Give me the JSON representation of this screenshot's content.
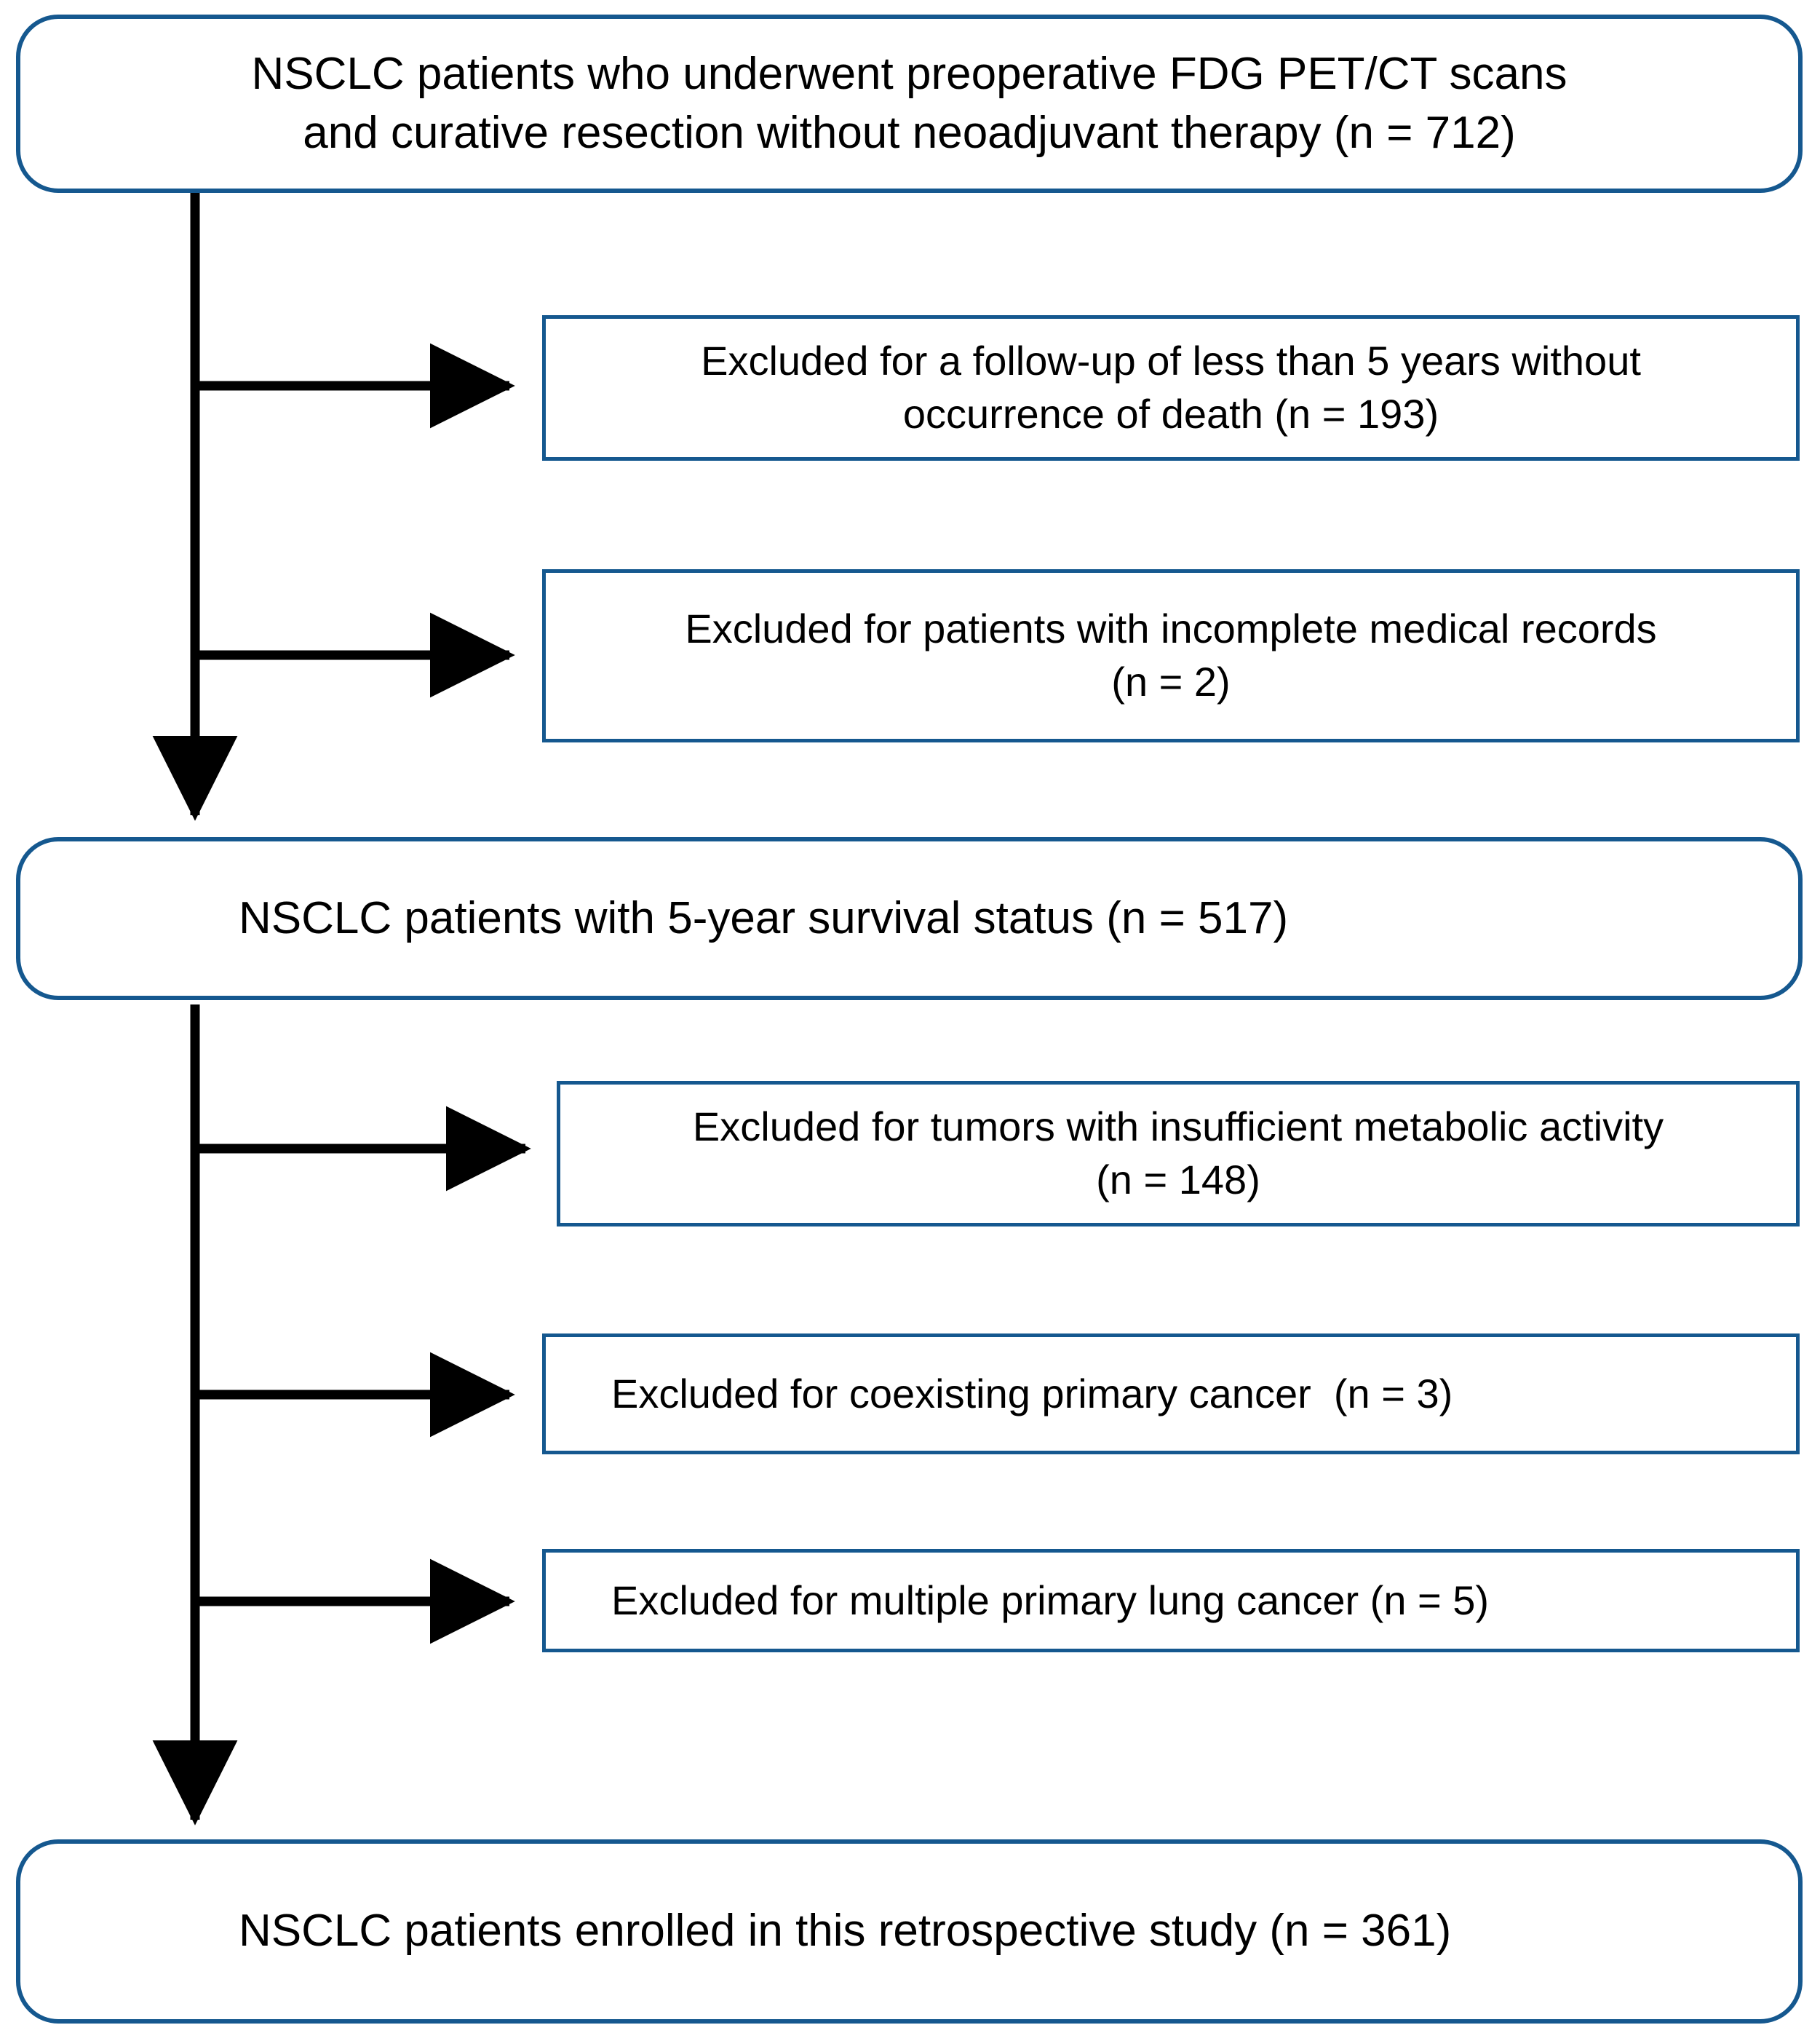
{
  "diagram": {
    "type": "study-flow-diagram",
    "accent_color": "#15588f",
    "line_color": "#000000",
    "background": "#ffffff",
    "nodes": [
      {
        "id": "enrollment-source",
        "shape": "rounded-rectangle",
        "text": "NSCLC patients who underwent preoperative FDG PET/CT scans\nand curative resection without neoadjuvant therapy (n = 712)",
        "count": 712
      },
      {
        "id": "excluded-short-followup",
        "shape": "rectangle",
        "text": "Excluded for a follow-up of less than 5 years without\noccurrence of death (n = 193)",
        "count": 193
      },
      {
        "id": "excluded-incomplete-records",
        "shape": "rectangle",
        "text": "Excluded for patients with incomplete medical records\n(n = 2)",
        "count": 2
      },
      {
        "id": "survival-status-cohort",
        "shape": "rounded-rectangle",
        "text": "NSCLC patients with 5-year survival status (n = 517)",
        "count": 517
      },
      {
        "id": "excluded-insufficient-metabolic-activity",
        "shape": "rectangle",
        "text": "Excluded for tumors with insufficient metabolic activity\n(n = 148)",
        "count": 148
      },
      {
        "id": "excluded-coexisting-cancer",
        "shape": "rectangle",
        "text": "Excluded for coexisting primary cancer  (n = 3)",
        "count": 3
      },
      {
        "id": "excluded-multiple-primary-lung-cancer",
        "shape": "rectangle",
        "text": "Excluded for multiple primary lung cancer (n = 5)",
        "count": 5
      },
      {
        "id": "final-enrolled",
        "shape": "rounded-rectangle",
        "text": "NSCLC patients enrolled in this retrospective study (n = 361)",
        "count": 361
      }
    ]
  }
}
